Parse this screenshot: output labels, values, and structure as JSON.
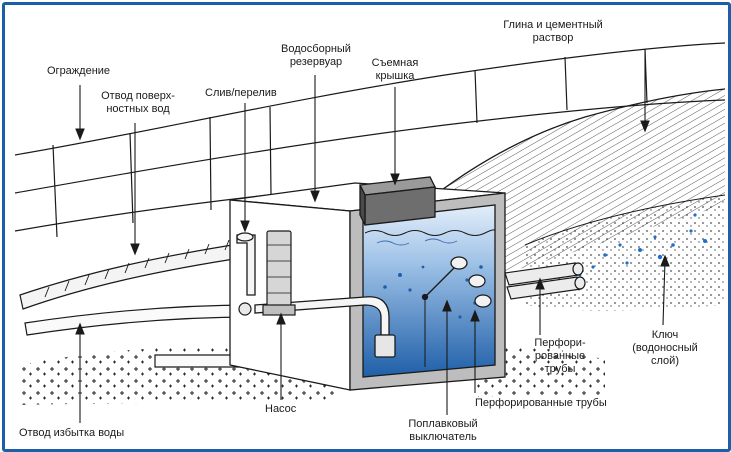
{
  "labels": {
    "fence": "Ограждение",
    "surface_drain_1": "Отвод поверх-",
    "surface_drain_2": "ностных вод",
    "drain_overflow": "Слив/перелив",
    "reservoir_1": "Водосборный",
    "reservoir_2": "резервуар",
    "lid_1": "Съемная",
    "lid_2": "крышка",
    "clay_1": "Глина и цементный",
    "clay_2": "раствор",
    "pump": "Насос",
    "float_1": "Поплавковый",
    "float_2": "выключатель",
    "perforated_pipes": "Перфорированные трубы",
    "perf_right_1": "Перфори-",
    "perf_right_2": "рованные",
    "perf_right_3": "трубы",
    "spring_1": "Ключ",
    "spring_2": "(водоносный",
    "spring_3": "слой)",
    "excess_drain": "Отвод избытка воды"
  },
  "colors": {
    "frame": "#1b5fa8",
    "water_light": "#cfe2f5",
    "water_dark": "#1f5fa8",
    "line": "#1a1a1a"
  }
}
